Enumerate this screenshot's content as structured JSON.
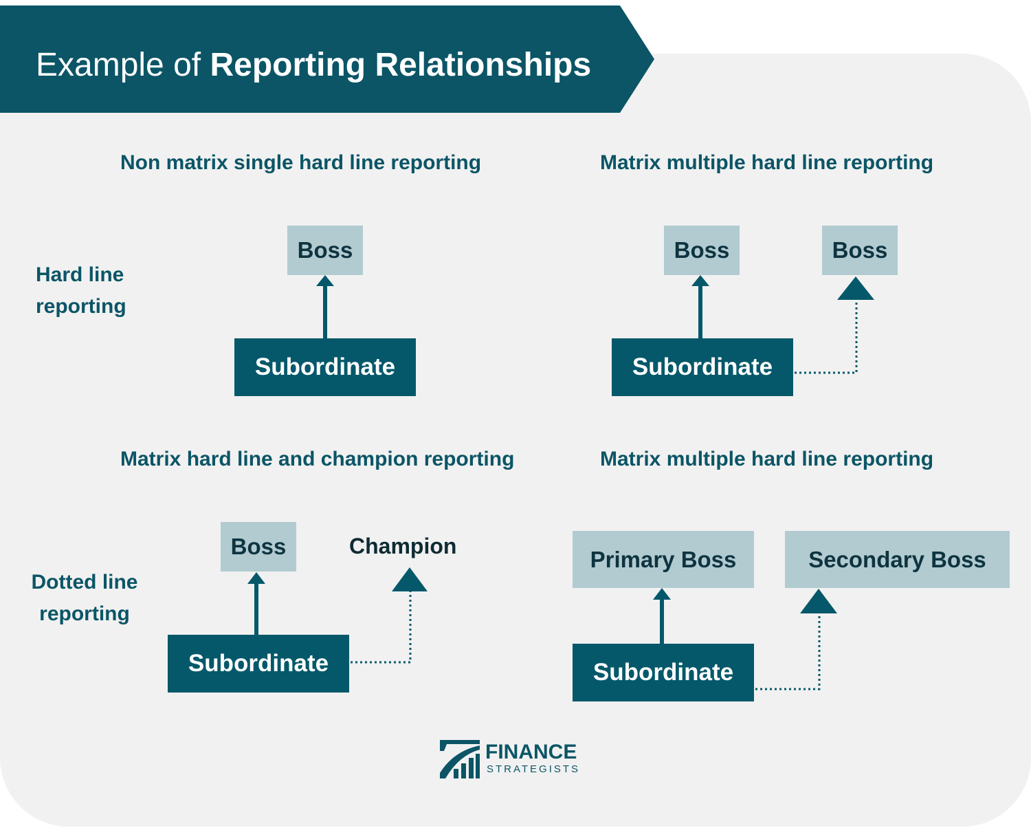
{
  "banner": {
    "title_prefix": "Example of",
    "title_bold": "Reporting Relationships"
  },
  "colors": {
    "banner": "#0b5566",
    "panel": "#f1f1f1",
    "box_light": "#b2cbd1",
    "box_dark": "#04586a",
    "heading_text": "#0b5566"
  },
  "row_labels": {
    "hard_line": [
      "Hard line",
      "reporting"
    ],
    "dotted_line": [
      "Dotted line",
      "reporting"
    ]
  },
  "diagrams": [
    {
      "heading": "Non matrix single hard line reporting",
      "boss": "Boss",
      "subordinate": "Subordinate"
    },
    {
      "heading": "Matrix multiple hard line reporting",
      "boss_solid": "Boss",
      "boss_dotted": "Boss",
      "subordinate": "Subordinate"
    },
    {
      "heading": "Matrix hard line and champion reporting",
      "boss": "Boss",
      "champion": "Champion",
      "subordinate": "Subordinate"
    },
    {
      "heading": "Matrix multiple hard line reporting",
      "primary_boss": "Primary Boss",
      "secondary_boss": "Secondary Boss",
      "subordinate": "Subordinate"
    }
  ],
  "logo": {
    "line1": "FINANCE",
    "line2": "STRATEGISTS"
  }
}
